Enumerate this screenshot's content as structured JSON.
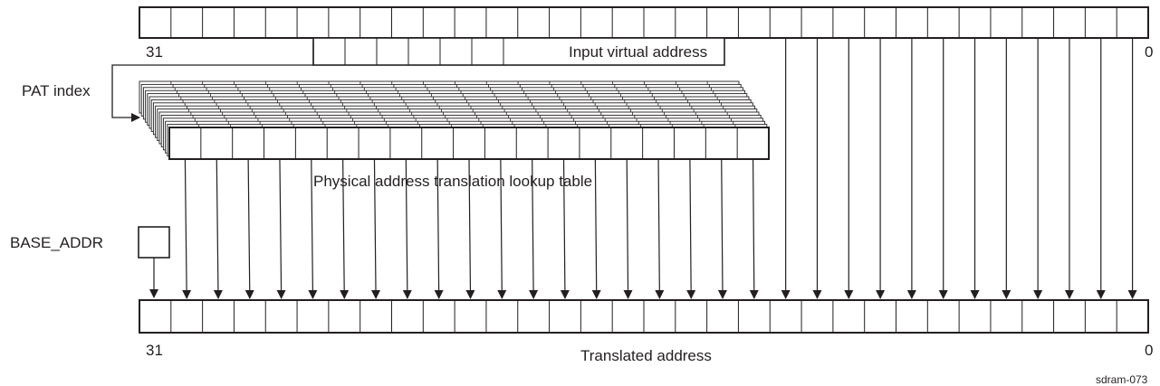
{
  "diagram": {
    "input_register": {
      "label": "Input virtual address",
      "msb": "31",
      "lsb": "0",
      "bit_count": 32
    },
    "pat_index_label": "PAT index",
    "lookup_table": {
      "label": "Physical address translation lookup table",
      "entry_bits": 19
    },
    "base_addr_label": "BASE_ADDR",
    "output_register": {
      "label": "Translated address",
      "msb": "31",
      "lsb": "0",
      "bit_count": 32
    },
    "figure_id": "sdram-073",
    "colors": {
      "line": "#231f20",
      "background": "#ffffff"
    }
  }
}
